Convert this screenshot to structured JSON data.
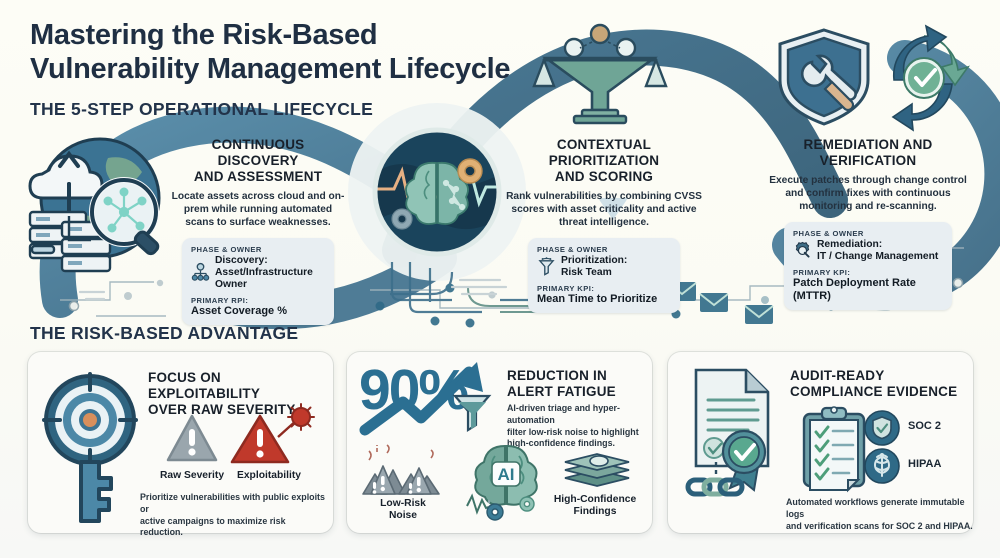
{
  "header": {
    "title_line1": "Mastering the Risk-Based",
    "title_line2": "Vulnerability Management Lifecycle"
  },
  "sections": {
    "lifecycle_heading": "THE 5-STEP OPERATIONAL LIFECYCLE",
    "advantage_heading": "THE RISK-BASED ADVANTAGE"
  },
  "lifecycle": {
    "steps": [
      {
        "title_line1": "CONTINUOUS DISCOVERY",
        "title_line2": "AND ASSESSMENT",
        "description": "Locate assets across cloud and on-prem while running automated scans to surface weaknesses.",
        "phase_label": "PHASE & OWNER",
        "phase_icon": "org-chart-icon",
        "phase_name": "Discovery:",
        "phase_owner": "Asset/Infrastructure Owner",
        "kpi_label": "PRIMARY RPI:",
        "kpi_value": "Asset Coverage %"
      },
      {
        "title_line1": "CONTEXTUAL PRIORITIZATION",
        "title_line2": "AND SCORING",
        "description": "Rank vulnerabilities by combining CVSS scores with asset criticality and active threat intelligence.",
        "phase_label": "PHASE & OWNER",
        "phase_icon": "funnel-icon",
        "phase_name": "Prioritization:",
        "phase_owner": "Risk Team",
        "kpi_label": "PRIMARY KPI:",
        "kpi_value": "Mean Time to Prioritize"
      },
      {
        "title_line1": "REMEDIATION AND",
        "title_line2": "VERIFICATION",
        "description": "Execute patches through change control and confirm fixes with continuous monitoring and re-scanning.",
        "phase_label": "PHASE & OWNER",
        "phase_icon": "gear-wrench-icon",
        "phase_name": "Remediation:",
        "phase_owner": "IT / Change Management",
        "kpi_label": "PRIMARY KPI:",
        "kpi_value": "Patch Deployment Rate (MTTR)"
      }
    ]
  },
  "advantages": [
    {
      "title_line1": "FOCUS ON EXPLOITABILITY",
      "title_line2": "OVER RAW SEVERITY",
      "body_line1": "Prioritize vulnerabilities with public exploits or",
      "body_line2": "active campaigns to maximize risk reduction.",
      "main_icon": "key-target-icon",
      "comparison": [
        {
          "icon": "gray-warning-triangle-icon",
          "caption": "Raw Severity"
        },
        {
          "icon": "red-warning-triangle-virus-icon",
          "caption": "Exploitability"
        }
      ]
    },
    {
      "stat_value": "90%",
      "title_line1": "REDUCTION IN",
      "title_line2": "ALERT FATIGUE",
      "body_line1": "AI-driven triage and hyper-automation",
      "body_line2": "filter low-risk noise to highlight",
      "body_line3": "high-confidence findings.",
      "main_icon": "upward-arrow-funnel-icon",
      "flow": [
        {
          "icon": "alert-pile-icon",
          "caption_line1": "Low-Risk",
          "caption_line2": "Noise"
        },
        {
          "icon": "ai-brain-icon",
          "caption_line1": "",
          "caption_line2": ""
        },
        {
          "icon": "stacked-documents-icon",
          "caption_line1": "High-Confidence",
          "caption_line2": "Findings"
        }
      ]
    },
    {
      "title_line1": "AUDIT-READY",
      "title_line2": "COMPLIANCE EVIDENCE",
      "body_line1": "Automated workflows generate immutable logs",
      "body_line2": "and verification scans for SOC 2 and HIPAA.",
      "main_icon": "certificate-document-chain-icon",
      "checklist_icon": "clipboard-checklist-icon",
      "badges": [
        {
          "icon": "shield-icon",
          "label": "SOC 2"
        },
        {
          "icon": "caduceus-icon",
          "label": "HIPAA"
        }
      ]
    }
  ],
  "illustrations": {
    "step1": "cloud-globe-magnifier-servers-icon",
    "step2_top": "scales-of-justice-funnel-icon",
    "step2_center": "ai-brain-globe-icon",
    "step3": "shield-wrench-refresh-check-icon",
    "background": "circuit-network-envelopes-icon"
  },
  "colors": {
    "page_bg": "#fbfbf4",
    "title": "#1f2f43",
    "ribbon_dark": "#34627f",
    "ribbon_mid": "#4b83a3",
    "teal": "#6ba89b",
    "accent_red": "#c0392b",
    "kpi_box_bg": "#e8eef2",
    "card_bg": "#fbfbf8",
    "stat_blue": "#2b6f92"
  }
}
